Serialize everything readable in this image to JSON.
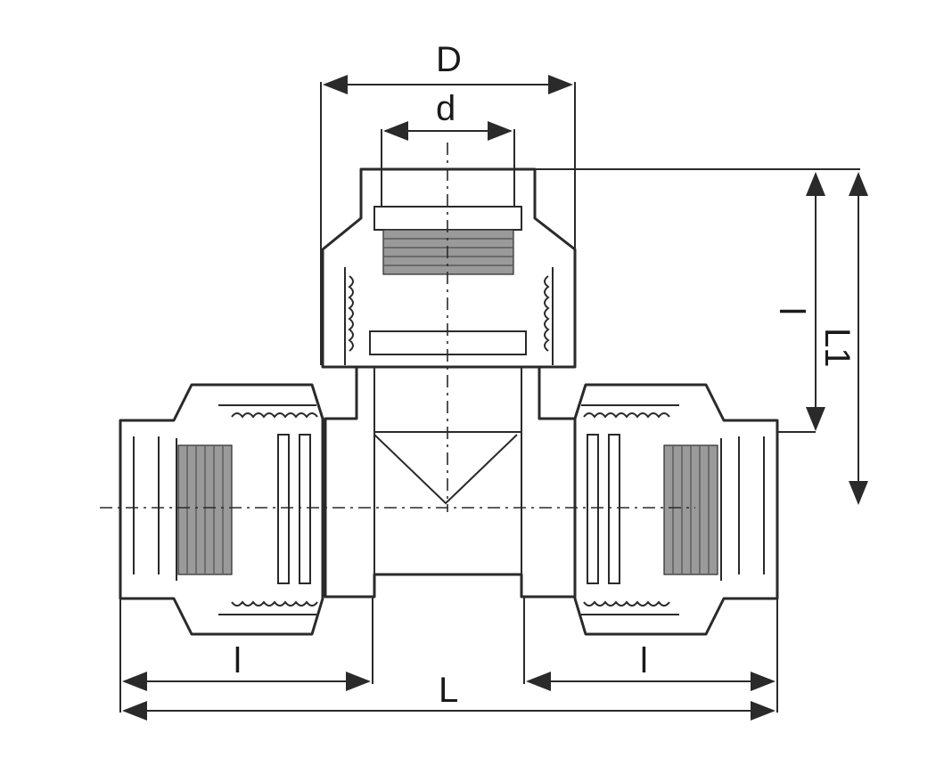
{
  "labels": {
    "D": "D",
    "d": "d",
    "l_top": "l",
    "l_left": "l",
    "l_right": "l",
    "L": "L",
    "L1": "L1"
  },
  "colors": {
    "line": "#2a2a2a",
    "hatch": "#9a9a9a",
    "background": "#ffffff"
  }
}
